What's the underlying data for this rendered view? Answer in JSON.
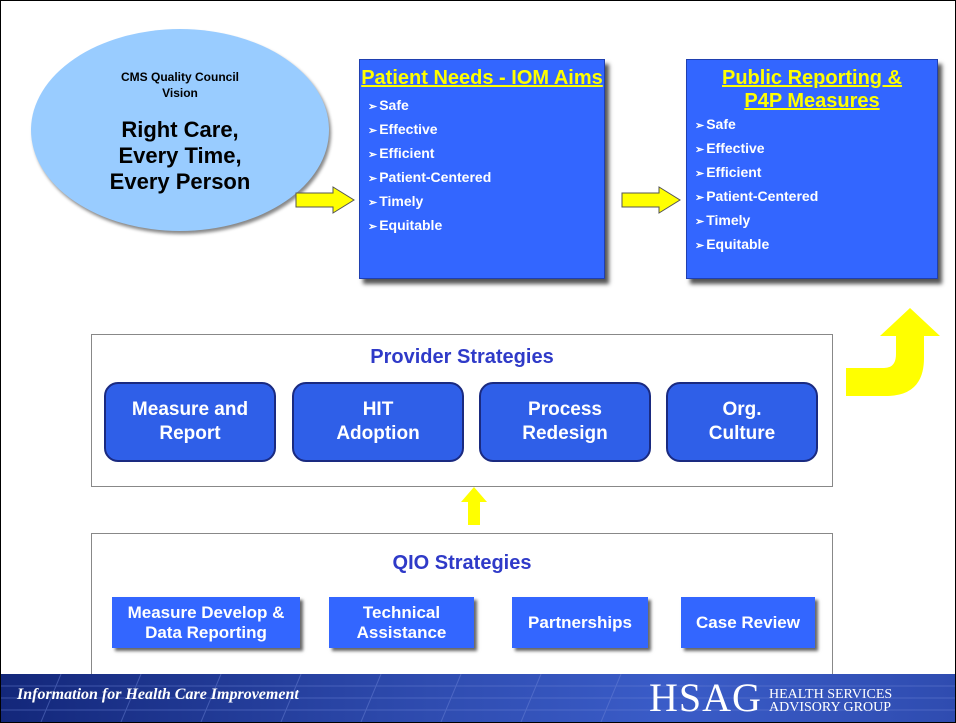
{
  "vision": {
    "subtitle": "CMS Quality Council Vision",
    "main": "Right Care, Every Time, Every Person"
  },
  "iom_box": {
    "title": "Patient Needs - IOM Aims",
    "items": [
      "Safe",
      "Effective",
      "Efficient",
      "Patient-Centered",
      "Timely",
      "Equitable"
    ]
  },
  "p4p_box": {
    "title": "Public Reporting & P4P Measures",
    "items": [
      "Safe",
      "Effective",
      "Efficient",
      "Patient-Centered",
      "Timely",
      "Equitable"
    ]
  },
  "provider": {
    "title": "Provider Strategies",
    "items": [
      "Measure and Report",
      "HIT Adoption",
      "Process Redesign",
      "Org. Culture"
    ]
  },
  "qio": {
    "title": "QIO Strategies",
    "items": [
      "Measure Develop & Data Reporting",
      "Technical Assistance",
      "Partnerships",
      "Case Review"
    ]
  },
  "footer": {
    "tagline": "Information for Health Care Improvement",
    "logo": "HSAG",
    "logo_line1": "HEALTH SERVICES",
    "logo_line2": "ADVISORY GROUP"
  },
  "colors": {
    "accent_yellow": "#ffff00",
    "box_blue": "#3366ff",
    "title_blue": "#2f3ac8",
    "oval_fill": "#99ccff"
  }
}
